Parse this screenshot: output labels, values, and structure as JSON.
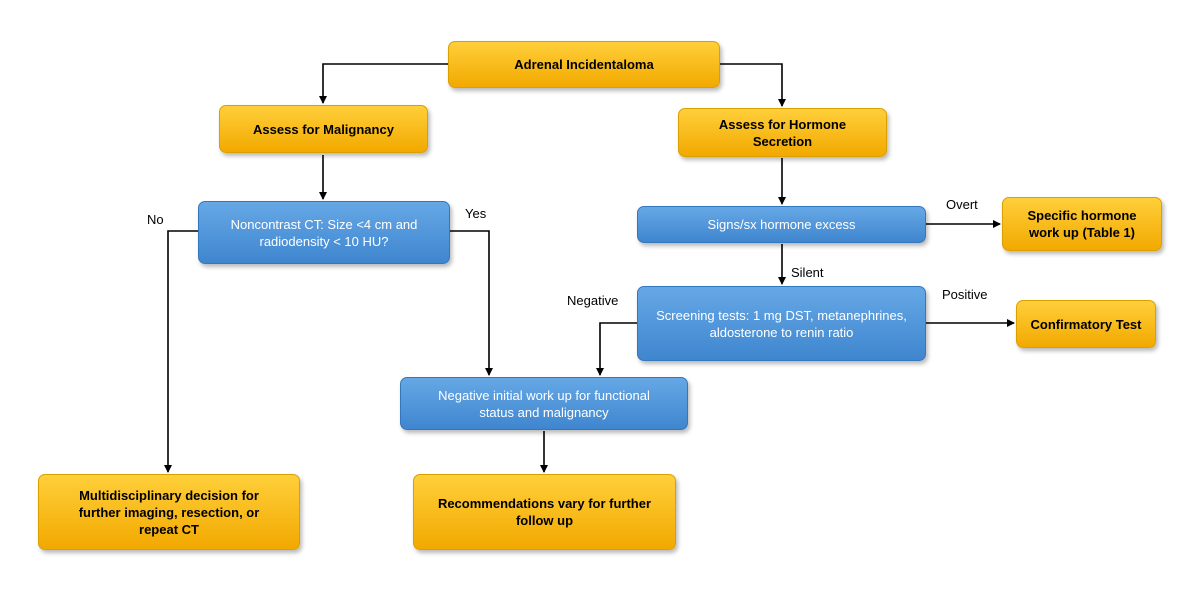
{
  "nodes": {
    "adrenal": "Adrenal Incidentaloma",
    "malignancy": "Assess for Malignancy",
    "hormone": "Assess for Hormone Secretion",
    "ct": "Noncontrast CT: Size <4 cm and radiodensity < 10 HU?",
    "signs": "Signs/sx hormone excess",
    "specific": "Specific hormone work up (Table 1)",
    "screening": "Screening tests: 1 mg DST, metanephrines, aldosterone to renin ratio",
    "confirm": "Confirmatory Test",
    "negative_workup": "Negative initial work up for functional status and malignancy",
    "multidisciplinary": "Multidisciplinary decision for further imaging, resection, or repeat CT",
    "recommendations": "Recommendations vary for further follow up"
  },
  "labels": {
    "no": "No",
    "yes": "Yes",
    "overt": "Overt",
    "silent": "Silent",
    "negative": "Negative",
    "positive": "Positive"
  },
  "colors": {
    "orange": "#f7b81a",
    "blue": "#4a90d9",
    "line": "#000000"
  }
}
